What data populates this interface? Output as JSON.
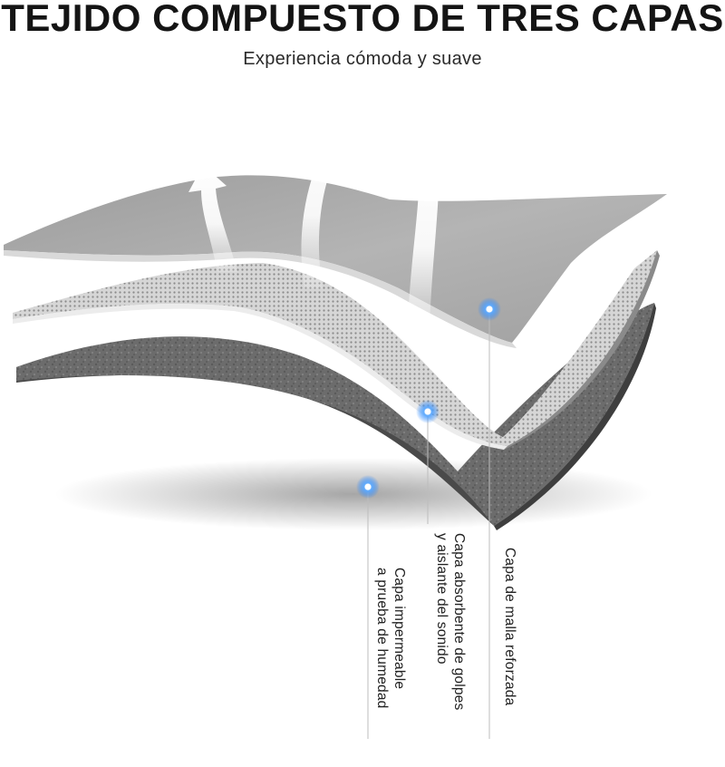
{
  "header": {
    "title": "TEJIDO COMPUESTO DE TRES CAPAS",
    "subtitle": "Experiencia cómoda y suave"
  },
  "layers": [
    {
      "line1": "Capa de malla reforzada",
      "line2": ""
    },
    {
      "line1": "Capa absorbente de golpes",
      "line2": "y aislante del sonido"
    },
    {
      "line1": "Capa impermeable",
      "line2": "a prueba de humedad"
    }
  ],
  "colors": {
    "top_layer": "#a9a9a9",
    "middle_layer": "#d2d2d2",
    "bottom_layer": "#6e6e6e",
    "marker": "#1e7fff",
    "arrow": "#ffffff"
  },
  "icons": [
    "arrow-up-icon",
    "marker-dot-icon"
  ]
}
